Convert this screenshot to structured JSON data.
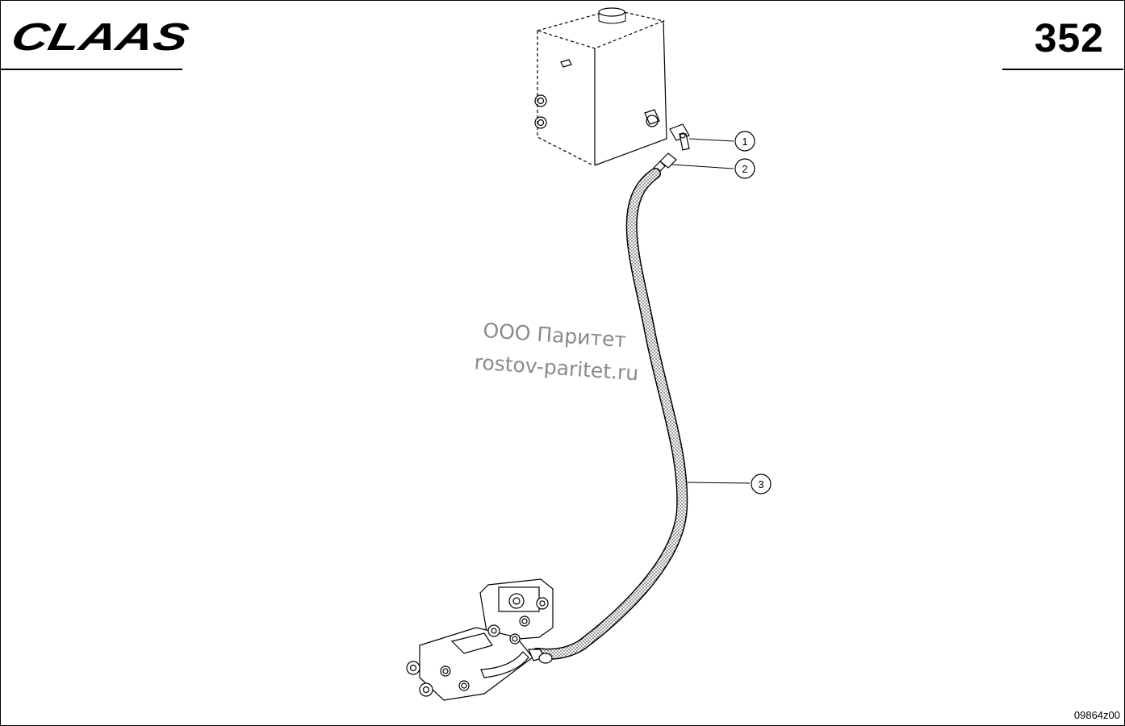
{
  "header": {
    "brand": "CLAAS",
    "page_number": "352"
  },
  "callouts": [
    {
      "label": "1"
    },
    {
      "label": "2"
    },
    {
      "label": "3"
    }
  ],
  "watermark": {
    "line1": "ООО Паритет",
    "line2": "rostov-paritet.ru"
  },
  "footer": {
    "drawing_code": "09864z00"
  }
}
